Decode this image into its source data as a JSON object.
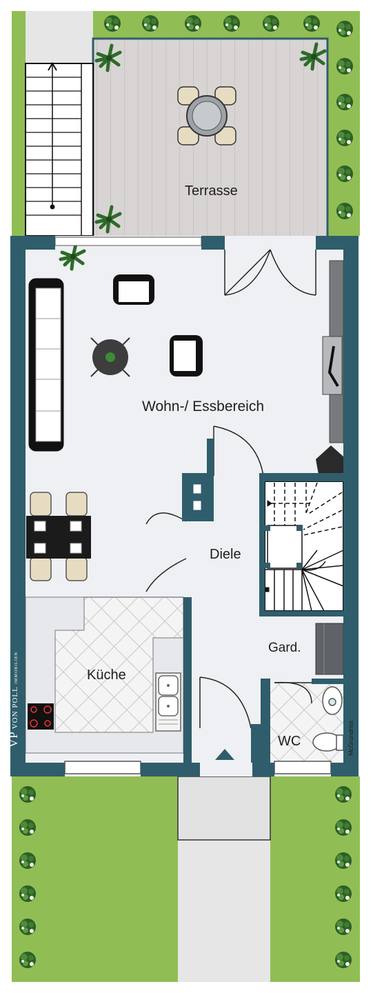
{
  "rooms": {
    "living_dining": "Wohn-/ Essbereich",
    "terrace": "Terrasse",
    "hallway": "Diele",
    "kitchen": "Küche",
    "wardrobe": "Gard.",
    "wc": "WC"
  },
  "branding": {
    "logo_initials": "VP",
    "logo_text": "VON POLL",
    "logo_subtext": "IMMOBILIEN",
    "credit": "McGrundriss"
  },
  "colors": {
    "wall": "#2f5d6b",
    "floor": "#eef0f3",
    "lawn": "#91bd55",
    "deck": "#d6d3d2",
    "path": "#e3e3e3",
    "plant": "#2e6b2a"
  }
}
